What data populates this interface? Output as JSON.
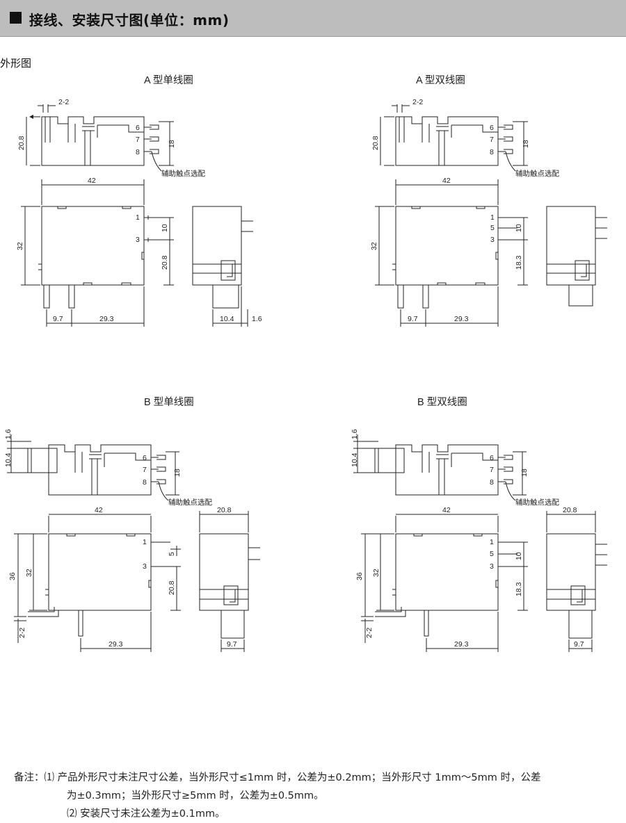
{
  "header": {
    "title": "接线、安装尺寸图(单位：mm)"
  },
  "section_label": "外形图",
  "views": {
    "a_single": {
      "title": "A 型单线圈",
      "dim_pin_gap": "2-2",
      "dim_height": "20.8",
      "dim_aux_span": "18",
      "pins_aux": [
        "6",
        "7",
        "8"
      ],
      "aux_note": "辅助触点选配",
      "dim_length": "42",
      "dim_width": "32",
      "pins_main": [
        "1",
        "3"
      ],
      "dim_pin13": "10",
      "dim_pin3_base": "20.8",
      "dim_pin_left": "9.7",
      "dim_pin_spacing": "29.3",
      "dim_side_depth": "10.4",
      "dim_side_pin": "1.6"
    },
    "a_double": {
      "title": "A 型双线圈",
      "dim_pin_gap": "2-2",
      "dim_height": "20.8",
      "dim_aux_span": "18",
      "pins_aux": [
        "6",
        "7",
        "8"
      ],
      "aux_note": "辅助触点选配",
      "dim_length": "42",
      "dim_width": "32",
      "pins_main": [
        "1",
        "5",
        "3"
      ],
      "dim_pin13": "10",
      "dim_pin3_base": "18.3",
      "dim_pin_left": "9.7",
      "dim_pin_spacing": "29.3"
    },
    "b_single": {
      "title": "B 型单线圈",
      "dim_top_pin": "1.6",
      "dim_depth": "10.4",
      "dim_aux_span": "18",
      "pins_aux": [
        "6",
        "7",
        "8"
      ],
      "aux_note": "辅助触点选配",
      "dim_length": "42",
      "dim_width": "32",
      "dim_overall": "36",
      "dim_pin_bend": "2-2",
      "pins_main": [
        "1",
        "3"
      ],
      "dim_pin13": "5",
      "dim_pin3_base": "20.8",
      "dim_pin_spacing": "29.3",
      "dim_side_width": "20.8",
      "dim_side_pin": "9.7"
    },
    "b_double": {
      "title": "B 型双线圈",
      "dim_top_pin": "1.6",
      "dim_depth": "10.4",
      "dim_aux_span": "18",
      "pins_aux": [
        "6",
        "7",
        "8"
      ],
      "aux_note": "辅助触点选配",
      "dim_length": "42",
      "dim_width": "32",
      "dim_overall": "36",
      "dim_pin_bend": "2-2",
      "pins_main": [
        "1",
        "5",
        "3"
      ],
      "dim_pin13": "10",
      "dim_pin3_base": "18.3",
      "dim_pin_spacing": "29.3",
      "dim_side_width": "20.8",
      "dim_side_pin": "9.7"
    }
  },
  "notes": {
    "lead": "备注：",
    "n1_marker": "⑴",
    "n1_line1": "产品外形尺寸未注尺寸公差，当外形尺寸≤1mm 时，公差为±0.2mm；当外形尺寸 1mm～5mm 时，公差",
    "n1_line2": "为±0.3mm；当外形尺寸≥5mm 时，公差为±0.5mm。",
    "n2_marker": "⑵",
    "n2_line": "安装尺寸未注公差为±0.1mm。"
  }
}
